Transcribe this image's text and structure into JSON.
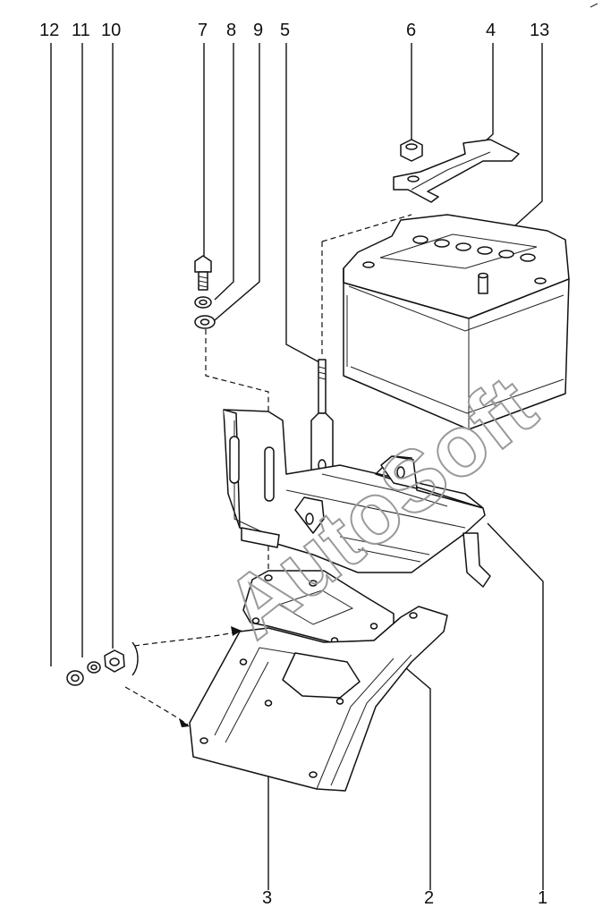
{
  "callouts": {
    "c1": "1",
    "c2": "2",
    "c3": "3",
    "c4": "4",
    "c5": "5",
    "c6": "6",
    "c7": "7",
    "c8": "8",
    "c9": "9",
    "c10": "10",
    "c11": "11",
    "c12": "12",
    "c13": "13"
  },
  "watermark": "AutoSoft",
  "colors": {
    "ink": "#111111",
    "watermark": "#9a9a9a",
    "paper": "#ffffff"
  }
}
